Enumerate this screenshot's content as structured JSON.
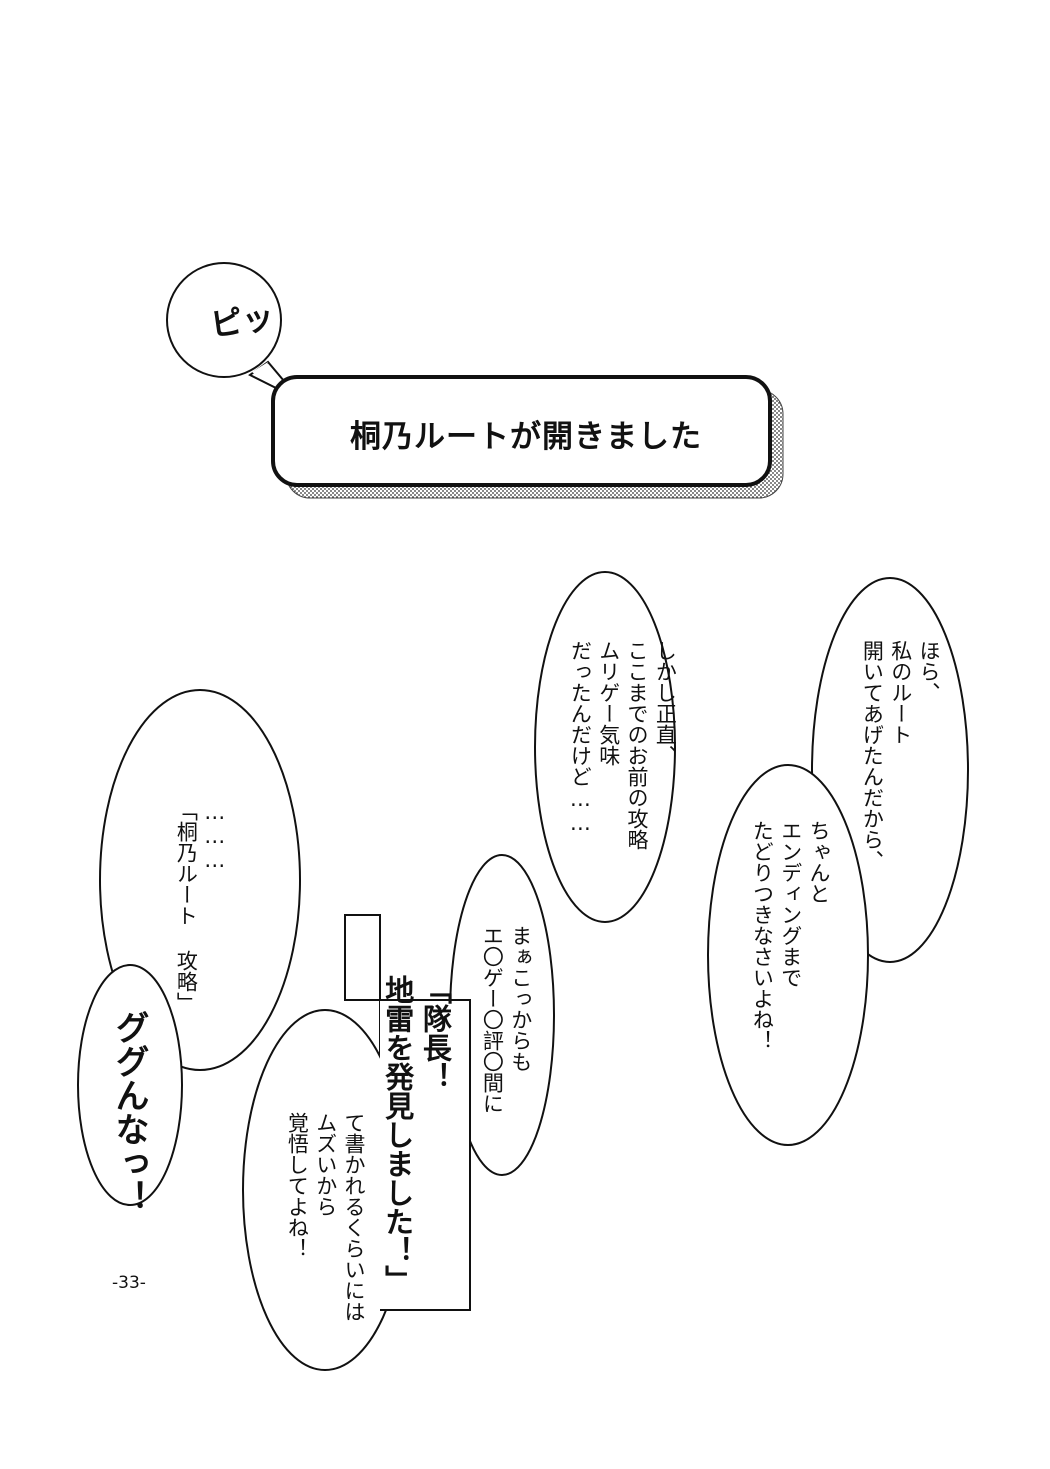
{
  "sfx": {
    "beep": "ピッ",
    "gugun": "ググんなっ！"
  },
  "notification": {
    "text": "桐乃ルートが開きました"
  },
  "bubbles": {
    "kirino_route_open": "ほら、\n私のルート\n開いてあげたんだから、",
    "reach_ending": "ちゃんと\nエンディングまで\nたどりつきなさいよね！",
    "honestly": "しかし正直、\nここまでのお前の攻略\nムリゲー気味\nだったんだけど……",
    "ellipsis_route": "………\n「桐乃ルート 攻略」",
    "from_here": "まぁこっからも\nエ〇ゲー〇評〇間に",
    "mine_found": "「隊長！\n地雷を発見しました！」",
    "be_ready": "て書かれるくらいには\nムズいから\n覚悟してよね！"
  },
  "page_number": "-33-"
}
